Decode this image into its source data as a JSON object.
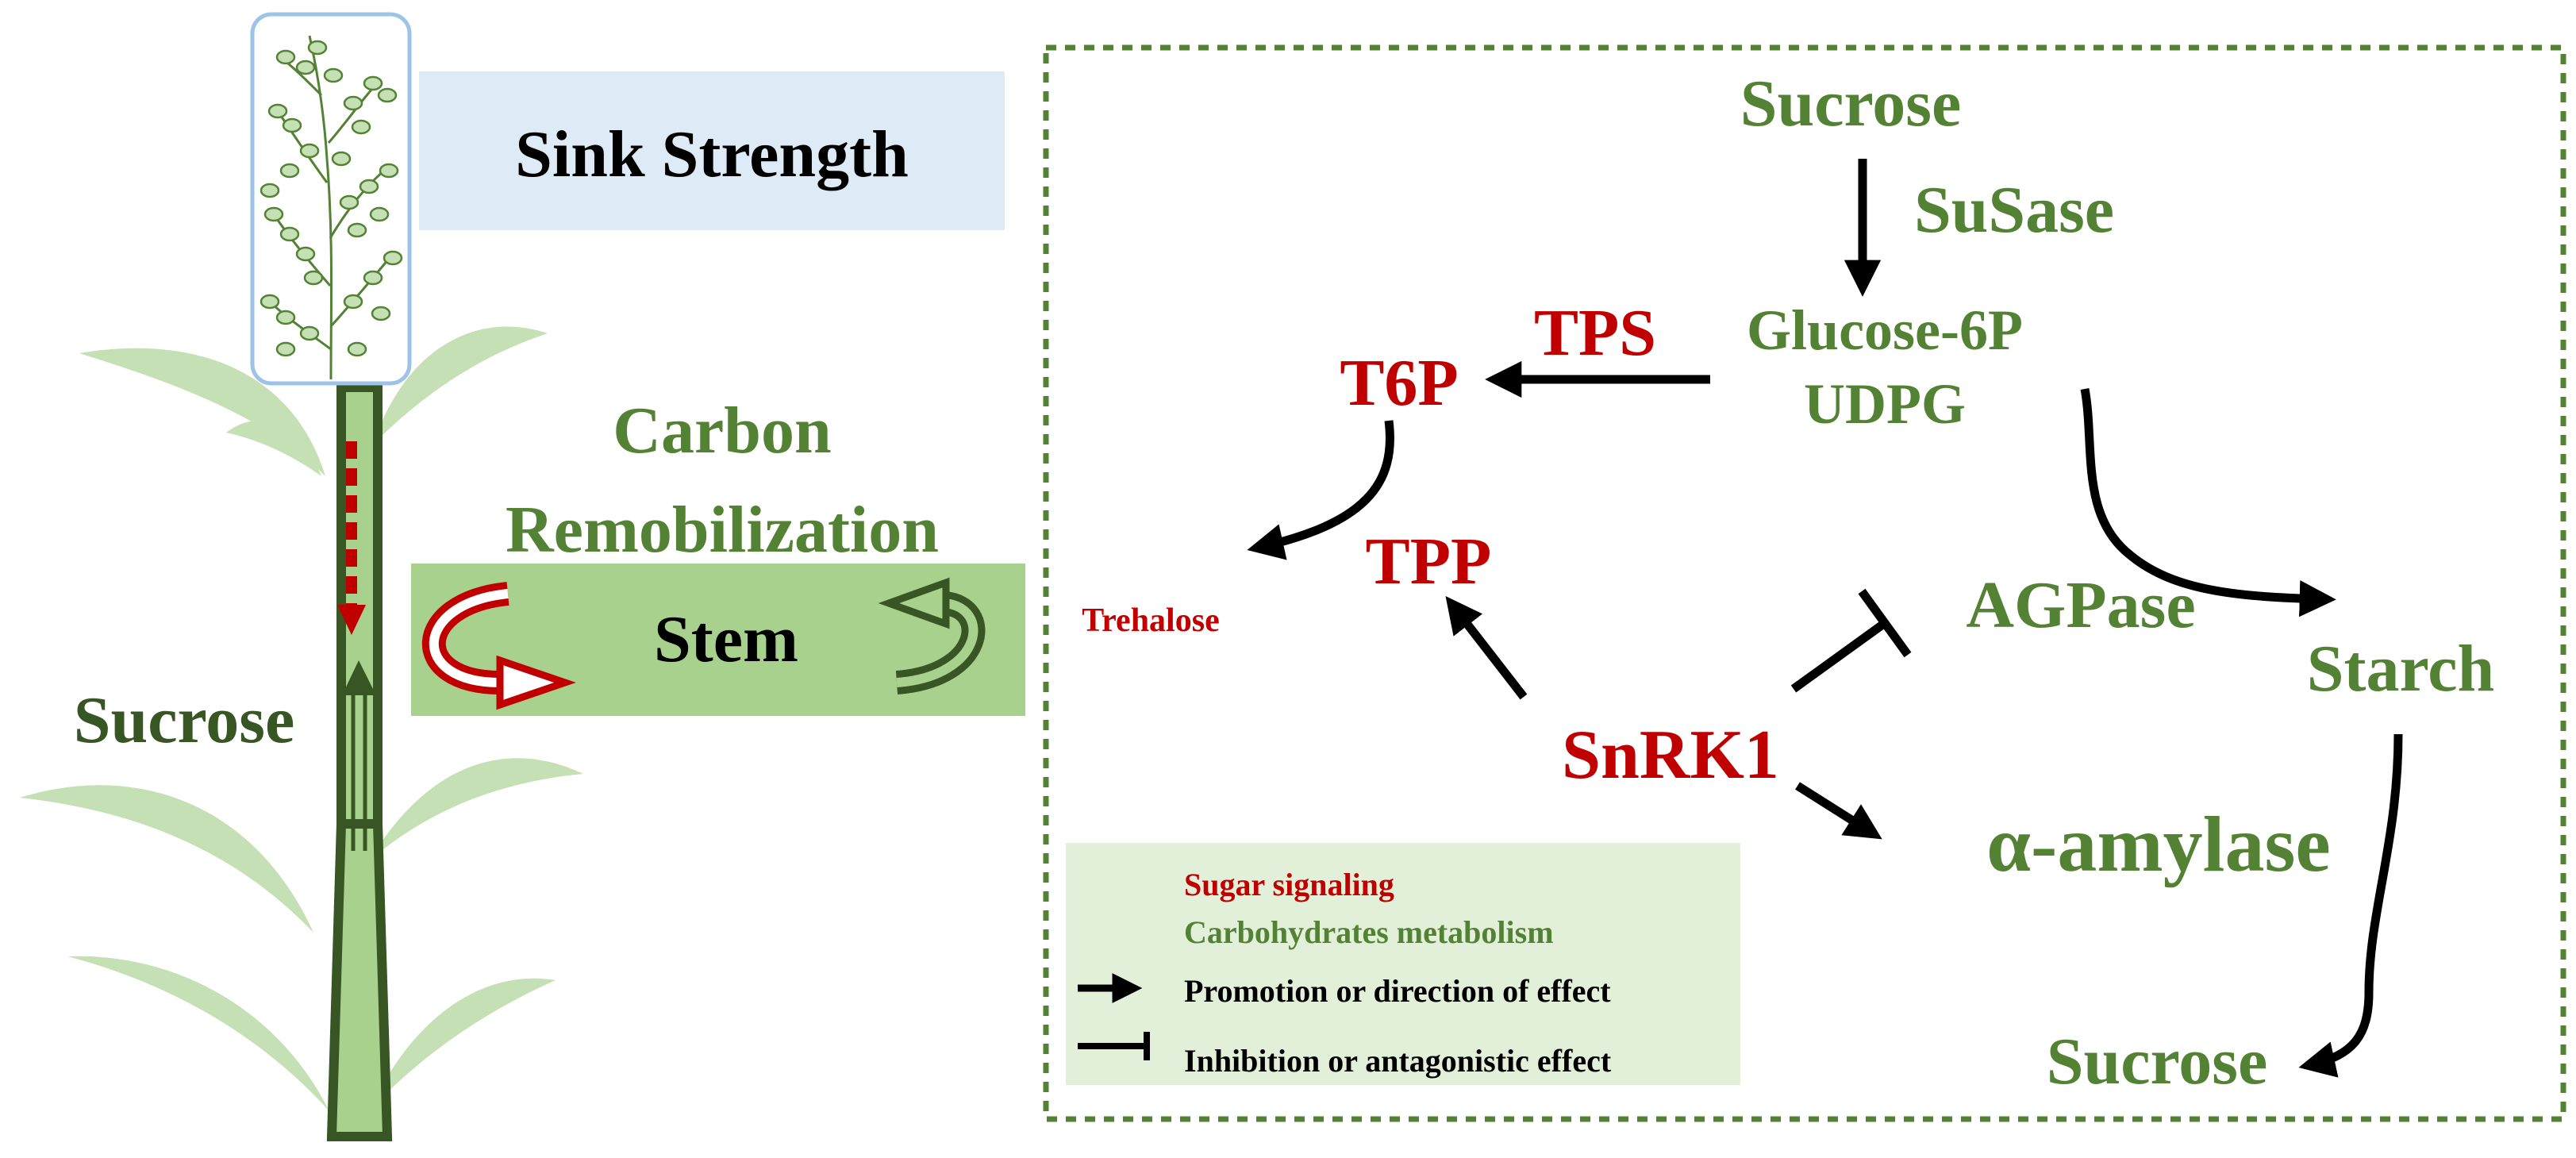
{
  "colors": {
    "red": "#c00000",
    "green": "#548235",
    "dark_green": "#375623",
    "leaf_green": "#c5e0b4",
    "stem_green": "#a9d18e",
    "sink_box_blue": "#deebf7",
    "panicle_border": "#9dc3e6",
    "black": "#000000"
  },
  "left_panel": {
    "sink_strength": "Sink Strength",
    "carbon": "Carbon",
    "remobilization": "Remobilization",
    "stem": "Stem",
    "sucrose": "Sucrose"
  },
  "pathway": {
    "sucrose_top": "Sucrose",
    "susase": "SuSase",
    "glucose6p": "Glucose-6P",
    "udpg": "UDPG",
    "tps": "TPS",
    "t6p": "T6P",
    "tpp": "TPP",
    "trehalose": "Trehalose",
    "snrk1": "SnRK1",
    "agpase": "AGPase",
    "starch": "Starch",
    "amylase": "α-amylase",
    "sucrose_bottom": "Sucrose"
  },
  "legend": {
    "sugar_signaling": "Sugar signaling",
    "carbohydrates": "Carbohydrates metabolism",
    "promotion": "Promotion or direction of effect",
    "inhibition": "Inhibition or antagonistic effect"
  }
}
